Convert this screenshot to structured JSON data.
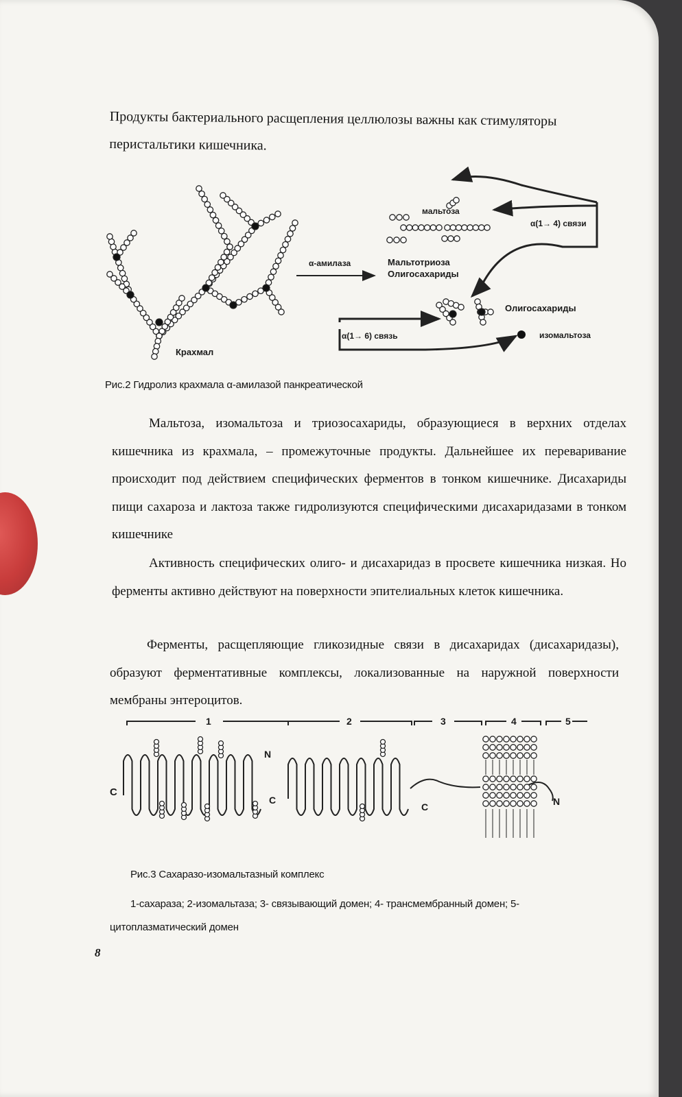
{
  "intro": {
    "line1": "Продукты бактериального расщепления целлюлозы важны как стимуляторы",
    "line2": "перистальтики кишечника."
  },
  "figure2": {
    "labels": {
      "starch": "Крахмал",
      "amylase": "α-амилаза",
      "maltose": "мальтоза",
      "maltotriose": "Мальтотриоза",
      "oligosaccharides_mid": "Олигосахариды",
      "oligosaccharides": "Олигосахариды",
      "isomaltose": "изомальтоза",
      "bond_1_4": "α(1→ 4) связи",
      "bond_1_6": "α(1→ 6) связь"
    },
    "caption": "Рис.2  Гидролиз крахмала  α-амилазой панкреатической"
  },
  "paragraphs": [
    "Мальтоза, изомальтоза и триозосахариды, образующиеся в верхних отделах кишечника из крахмала, – промежуточные продукты. Дальнейшее их переваривание происходит под действием специфических ферментов в тонком кишечнике. Дисахариды пищи сахароза и лактоза также гидролизуются специфическими дисахаридазами в тонком кишечнике",
    "Активность специфических олиго- и дисахаридаз в просвете кишечника низкая. Но ферменты активно действуют на поверхности эпителиальных клеток кишечника.",
    "Ферменты, расщепляющие гликозидные связи в дисахаридах (дисахаридазы), образуют ферментативные комплексы, локализованные на наружной поверхности мембраны энтероцитов."
  ],
  "figure3": {
    "domains": [
      "1",
      "2",
      "3",
      "4",
      "5"
    ],
    "terminals": {
      "c_left": "C",
      "n_mid": "N",
      "c_mid": "C",
      "c_right": "C",
      "n_right": "N"
    },
    "caption": "Рис.3 Сахаразо-изомальтазный комплекс",
    "legend": "1-сахараза; 2-изомальтаза; 3- связывающий домен; 4- трансмембранный домен; 5- цитоплазматический домен"
  },
  "page_number": "8"
}
